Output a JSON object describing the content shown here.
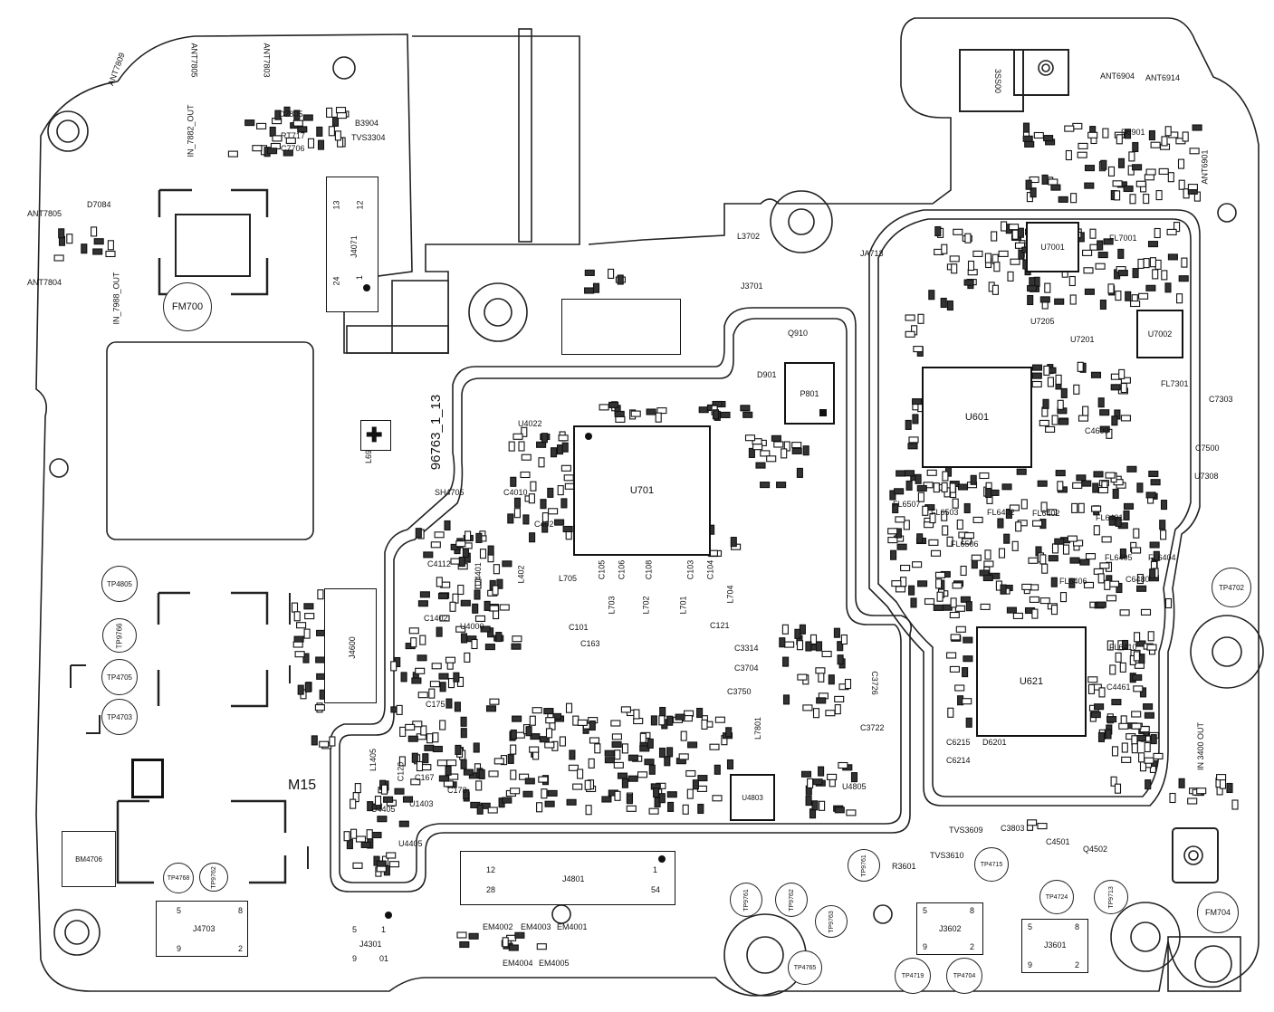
{
  "board_id": "96763_1_13",
  "model_mark": "M15",
  "chips": {
    "u701": "U701",
    "u601": "U601",
    "u621": "U621",
    "u7001": "U7001",
    "u7002": "U7002",
    "p801": "P801",
    "fm700": "FM700",
    "fm704": "FM704",
    "bm4706": "BM4706",
    "u4803": "U4803",
    "u4805": "U4805",
    "u1403": "U1403",
    "u4405": "U4405",
    "u4401": "U4401",
    "u4405b": "U4405"
  },
  "connectors": {
    "j4801": {
      "name": "J4801",
      "p1": "12",
      "p2": "1",
      "p3": "28",
      "p4": "54"
    },
    "j4703": {
      "name": "J4703",
      "p1": "5",
      "p2": "8",
      "p3": "9",
      "p4": "2"
    },
    "j4301": {
      "name": "J4301",
      "p1": "5",
      "p2": "1",
      "p3": "9",
      "p4": "01"
    },
    "j3602": {
      "name": "J3602",
      "p1": "5",
      "p2": "8",
      "p3": "9",
      "p4": "2"
    },
    "j3601": {
      "name": "J3601",
      "p1": "5",
      "p2": "8",
      "p3": "9",
      "p4": "2"
    },
    "j4071": {
      "name": "J4071",
      "p1": "13",
      "p2": "12",
      "p3": "24",
      "p4": "1"
    },
    "j4600": {
      "name": "J4600"
    },
    "j3701": "J3701",
    "j4713": "JA713"
  },
  "test_points": {
    "tp4805": "TP4805",
    "tp9766": "TP9766",
    "tp4705": "TP4705",
    "tp4703": "TP4703",
    "tp4768": "TP4768",
    "tp9762": "TP9762",
    "tp4702": "TP4702",
    "tp9761": "TP9761",
    "tp9763": "TP9763",
    "tp4765": "TP4765",
    "tp9761b": "TP9761",
    "tp9762b": "TP9762",
    "tp4715": "TP4715",
    "tp4724": "TP4724",
    "tp9713": "TP9713",
    "tp4719": "TP4719",
    "tp4704": "TP4704"
  },
  "antennas": {
    "ant7809": "ANT7809",
    "ant7805b": "ANT7805",
    "ant7803": "ANT7803",
    "ant7805": "ANT7805",
    "ant7804": "ANT7804",
    "ant6904": "ANT6904",
    "ant6914": "ANT6914",
    "ant6901": "ANT6901"
  },
  "filters": {
    "fl6507": "FL6507",
    "fl6503": "FL6503",
    "fl6402a": "FL6402",
    "fl6402b": "FL6402",
    "fl6401": "FL6401",
    "fl6506": "FL6506",
    "fl6405": "FL6405",
    "fl6404": "FL6404",
    "fl6406": "FL6406",
    "fl6410": "FL6410",
    "fl7001": "FL7001",
    "fl7301": "FL7301"
  },
  "parts": {
    "d7805": "D7805",
    "b3904": "B3904",
    "rt717": "RT717",
    "tvs3304": "TVS3304",
    "c7706": "C7706",
    "in7882": "IN_7882_OUT",
    "in7988": "IN_7988_OUT",
    "d7084": "D7084",
    "l3702": "L3702",
    "q910": "Q910",
    "d901": "D901",
    "l6946": "L6946",
    "l705": "L705",
    "l402": "L402",
    "l703": "L703",
    "l702": "L702",
    "l701": "L701",
    "l704": "L704",
    "c105": "C105",
    "c106": "C106",
    "c108": "C108",
    "c103": "C103",
    "c104": "C104",
    "c101": "C101",
    "c121": "C121",
    "c163": "C163",
    "c1402": "C1402",
    "c4112": "C4112",
    "c4010": "C4010",
    "c402": "C402",
    "c3314": "C3314",
    "c3704": "C3704",
    "c3750": "C3750",
    "c3722": "C3722",
    "c3726": "C3726",
    "l7801": "L7801",
    "l1405": "L1405",
    "c167": "C167",
    "c173": "C173",
    "c175": "C175",
    "c120": "C120",
    "u4022": "U4022",
    "sh4705": "SH4705",
    "d6901": "D6901",
    "u7205": "U7205",
    "u7201": "U7201",
    "c7303": "C7303",
    "c7500": "C7500",
    "u7308": "U7308",
    "c4600": "C4600",
    "c6480": "C6480",
    "c4461": "C4461",
    "c6215": "C6215",
    "c6214": "C6214",
    "d6201": "D6201",
    "tvs3609": "TVS3609",
    "tvs3610": "TVS3610",
    "c3803": "C3803",
    "r3601": "R3601",
    "c4501": "C4501",
    "q4502": "Q4502",
    "em4002": "EM4002",
    "em4003": "EM4003",
    "em4001": "EM4001",
    "em4004": "EM4004",
    "em4005": "EM4005",
    "in3400": "IN 3400 OUT",
    "ss00": "3SS00",
    "u4000": "U4000"
  }
}
